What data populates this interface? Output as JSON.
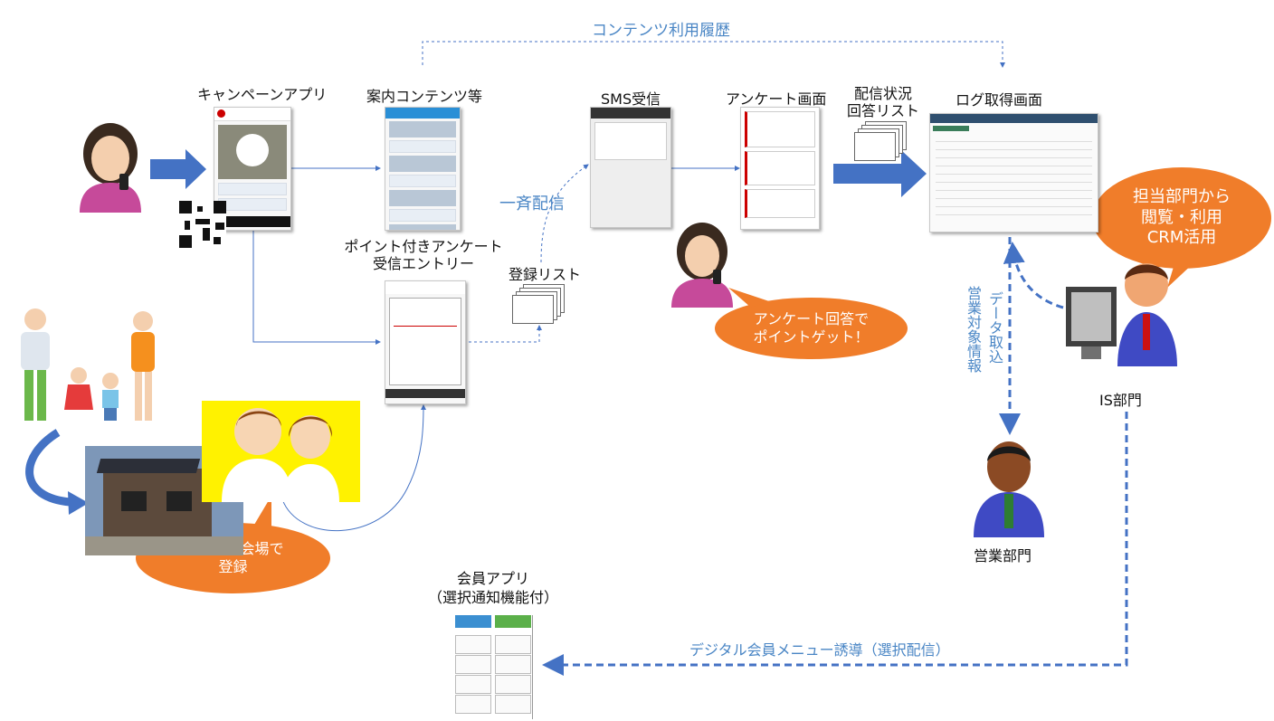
{
  "labels": {
    "campaign_app": "キャンペーンアプリ",
    "guide_content": "案内コンテンツ等",
    "sms_receive": "SMS受信",
    "survey_screen": "アンケート画面",
    "delivery_status": "配信状況\n回答リスト",
    "log_screen": "ログ取得画面",
    "content_usage_history": "コンテンツ利用履歴",
    "point_survey_entry": "ポイント付きアンケート\n受信エントリー",
    "registration_list": "登録リスト",
    "bulk_delivery": "一斉配信",
    "data_import": "データ取込",
    "sales_target_info": "営業対象情報",
    "is_dept": "IS部門",
    "sales_dept": "営業部門",
    "member_app": "会員アプリ\n（選択通知機能付）",
    "digital_menu_guidance": "デジタル会員メニュー誘導（選択配信）"
  },
  "bubbles": {
    "survey_answer": "アンケート回答で\nポイントゲット！",
    "dept_usage": "担当部門から\n閲覧・利用\nCRM活用",
    "event_register": "イベント会場で\n登録"
  },
  "colors": {
    "arrow_blue": "#4472c4",
    "bubble_orange": "#f07d2a",
    "label_blue": "#4a86c5"
  },
  "icons": [
    "woman-with-phone-icon",
    "family-icon",
    "house-photo-icon",
    "staff-illustration-icon",
    "businessman-computer-icon",
    "businessman-icon",
    "qr-code-icon",
    "document-stack-icon"
  ]
}
